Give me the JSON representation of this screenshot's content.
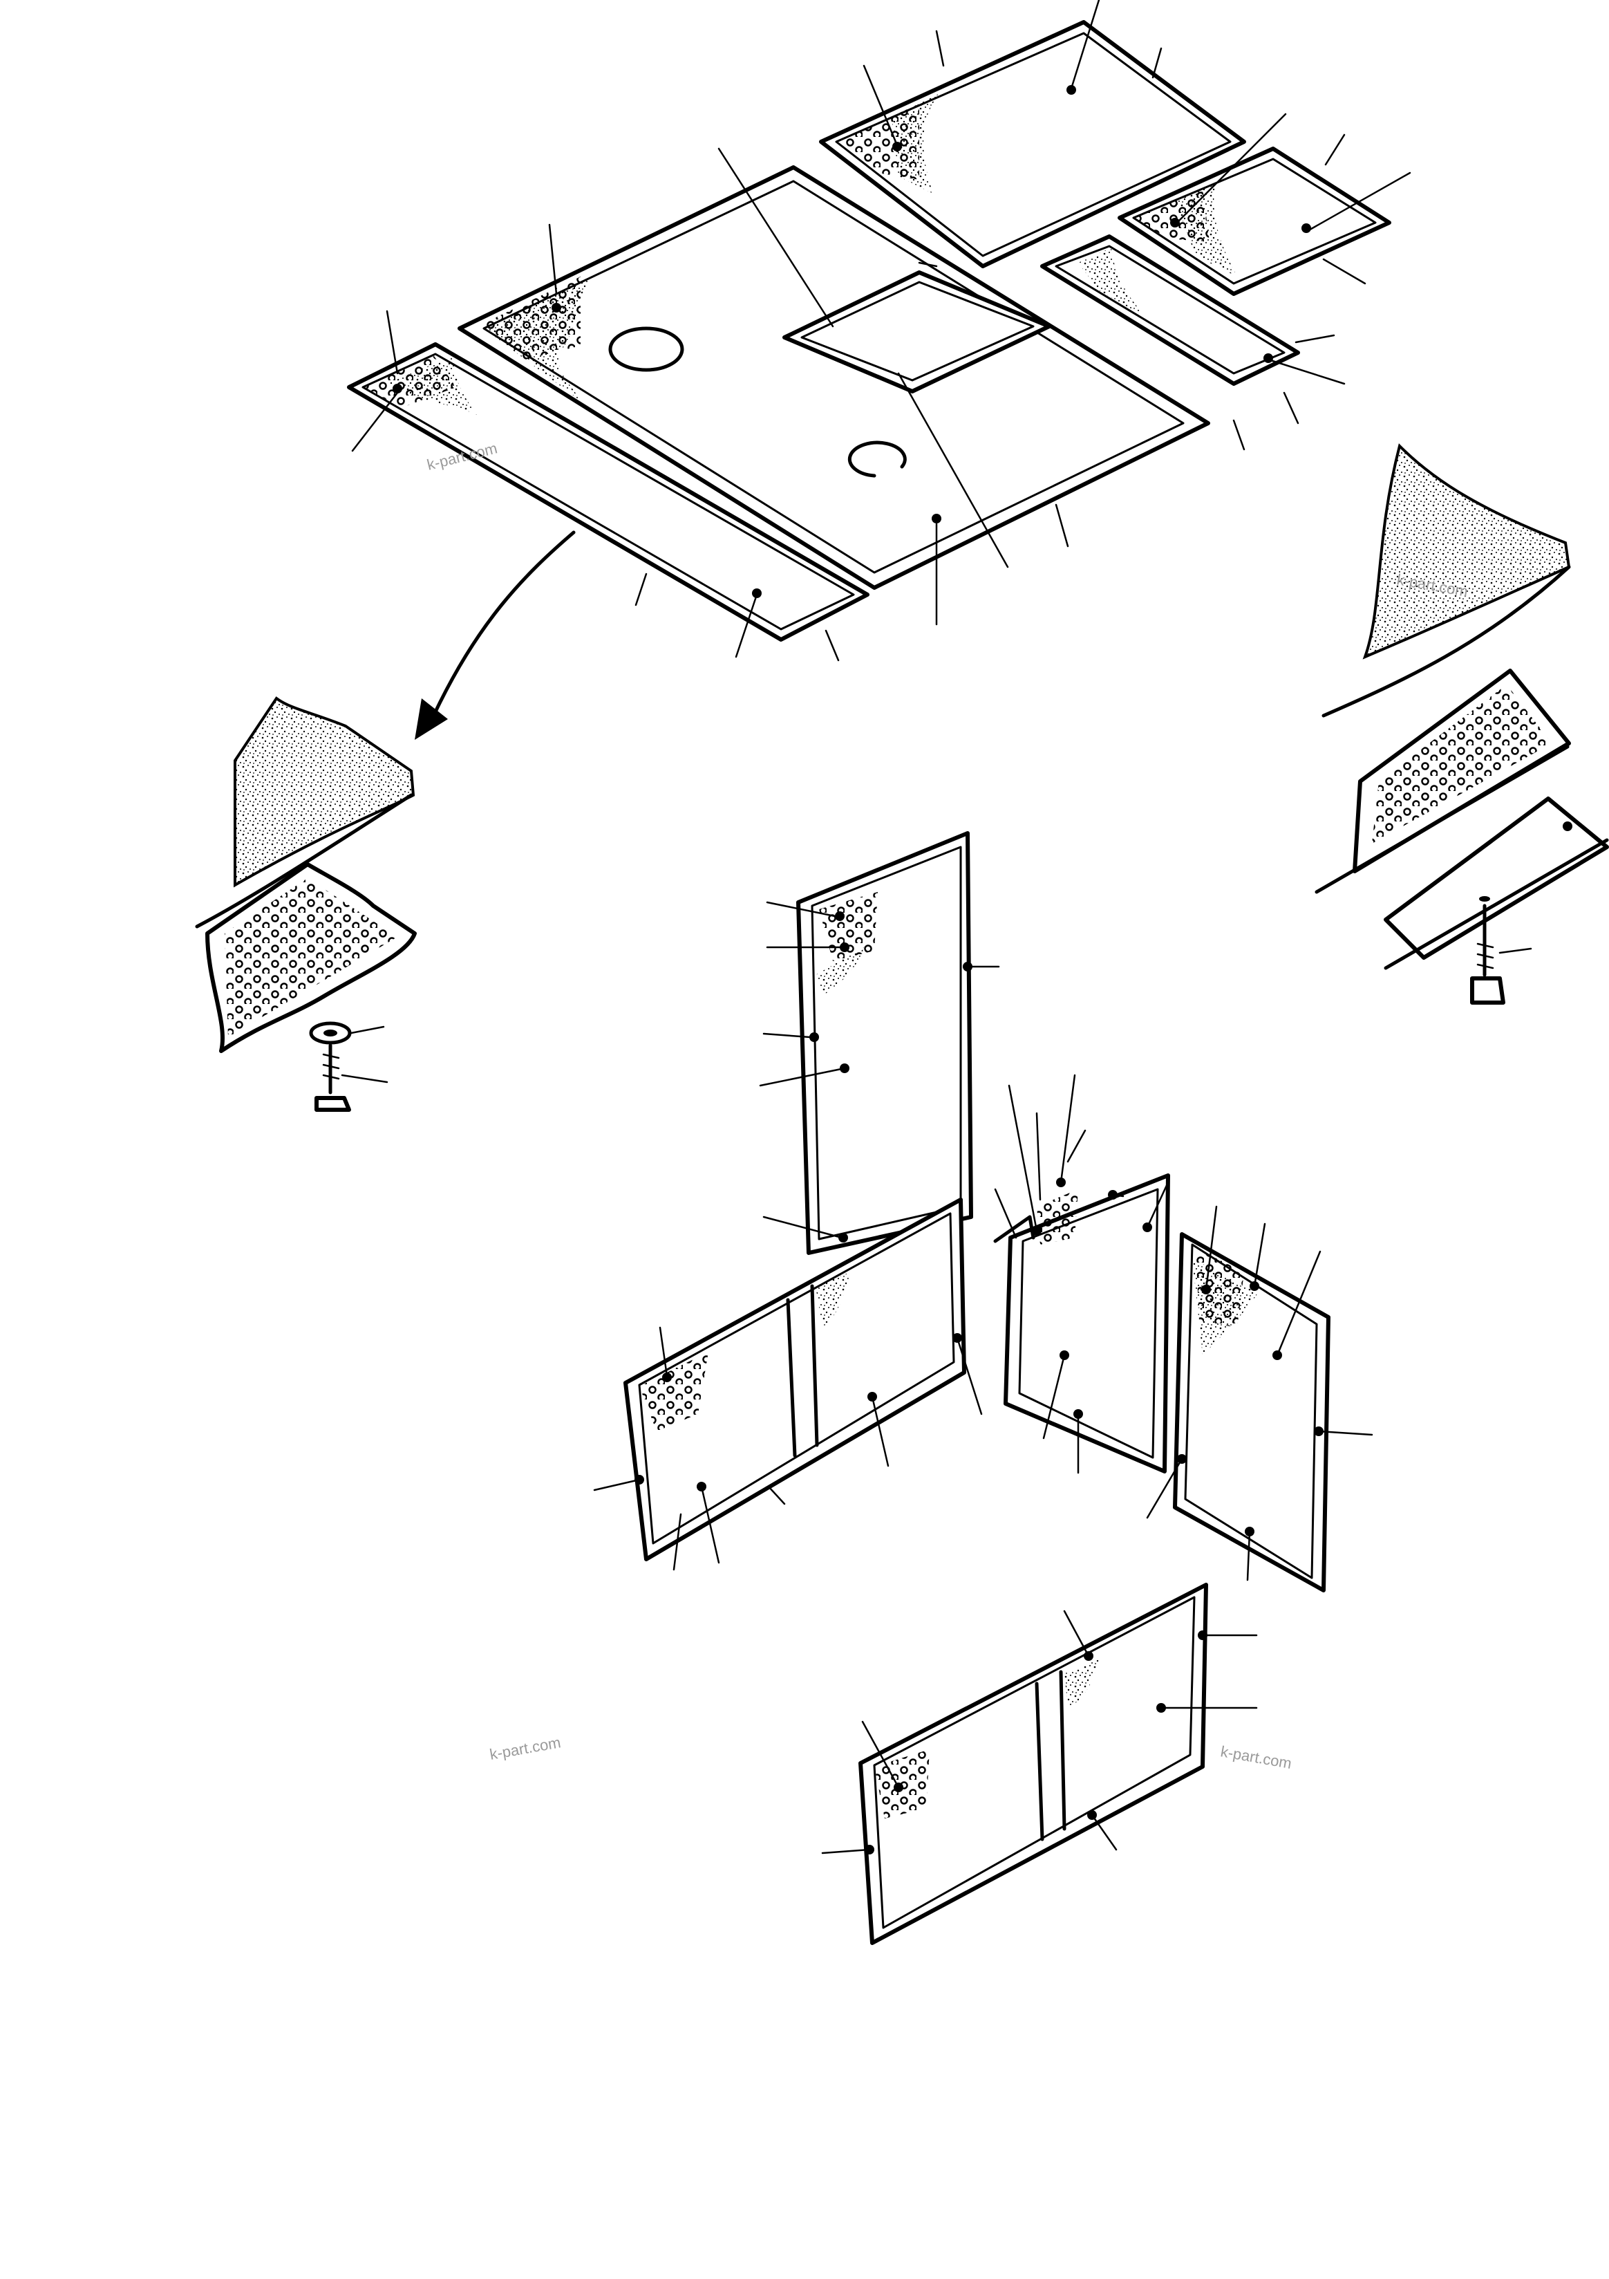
{
  "watermarks": [
    {
      "text": "k-part.com"
    },
    {
      "text": "k-part.com"
    },
    {
      "text": "k-part.com"
    },
    {
      "text": "k-part.com"
    }
  ],
  "icons": [
    "arrow-down-left-icon",
    "bolt-icon",
    "washer-icon"
  ],
  "colors": {
    "line": "#000000",
    "background": "#ffffff",
    "watermark": "#9a9a9a"
  }
}
